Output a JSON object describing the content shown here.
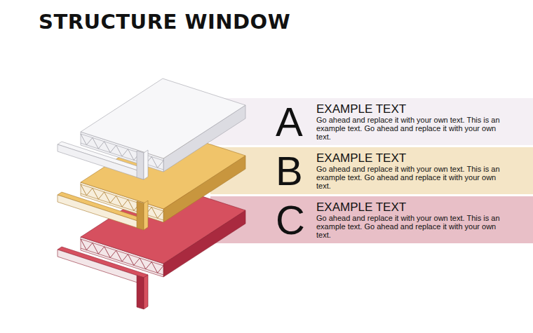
{
  "diagram": {
    "title": "STRUCTURE WINDOW",
    "nodes": [
      {
        "text": [
          "A",
          "EXAMPLE TEXT",
          "Go ahead and replace it with your own text. This is an example text. Go ahead and replace it with your own text."
        ]
      },
      {
        "text": [
          "B",
          "EXAMPLE TEXT",
          "Go ahead and replace it with your own text. This is an example text. Go ahead and replace it with your own text."
        ]
      },
      {
        "text": [
          "C",
          "EXAMPLE TEXT",
          "Go ahead and replace it with your own text. This is an example text. Go ahead and replace it with your own text."
        ]
      }
    ]
  }
}
